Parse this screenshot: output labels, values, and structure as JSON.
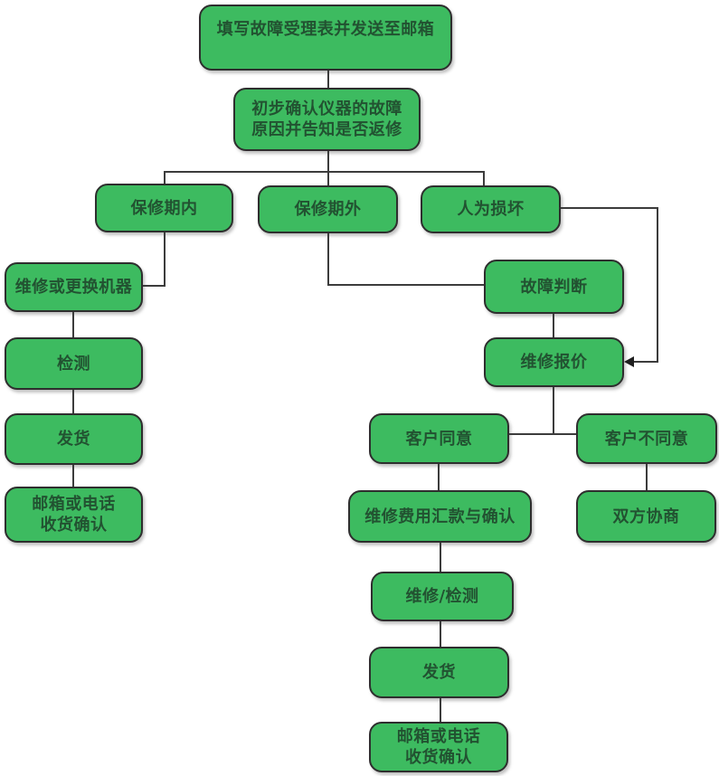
{
  "colors": {
    "node_fill": "#3dbb60",
    "node_border": "#2e2e2e",
    "node_text": "#225231",
    "edge_color": "#3c3c3c",
    "background": "#ffffff"
  },
  "nodes": {
    "n1": {
      "label": "填写故障受理表并发送至邮箱"
    },
    "n2": {
      "label": "初步确认仪器的故障\n原因并告知是否返修"
    },
    "n3": {
      "label": "保修期内"
    },
    "n4": {
      "label": "保修期外"
    },
    "n5": {
      "label": "人为损坏"
    },
    "n6": {
      "label": "维修或更换机器"
    },
    "n7": {
      "label": "检测"
    },
    "n8": {
      "label": "发货"
    },
    "n9": {
      "label": "邮箱或电话\n收货确认"
    },
    "n10": {
      "label": "故障判断"
    },
    "n11": {
      "label": "维修报价"
    },
    "n12": {
      "label": "客户同意"
    },
    "n13": {
      "label": "客户不同意"
    },
    "n14": {
      "label": "维修费用汇款与确认"
    },
    "n15": {
      "label": "双方协商"
    },
    "n16": {
      "label": "维修/检测"
    },
    "n17": {
      "label": "发货"
    },
    "n18": {
      "label": "邮箱或电话\n收货确认"
    }
  },
  "connections": [
    {
      "from": "填写故障受理表并发送至邮箱",
      "to": "初步确认仪器的故障原因并告知是否返修"
    },
    {
      "from": "初步确认仪器的故障原因并告知是否返修",
      "to": "保修期内"
    },
    {
      "from": "初步确认仪器的故障原因并告知是否返修",
      "to": "保修期外"
    },
    {
      "from": "初步确认仪器的故障原因并告知是否返修",
      "to": "人为损坏"
    },
    {
      "from": "保修期内",
      "to": "维修或更换机器"
    },
    {
      "from": "维修或更换机器",
      "to": "检测"
    },
    {
      "from": "检测",
      "to": "发货"
    },
    {
      "from": "发货",
      "to": "邮箱或电话收货确认"
    },
    {
      "from": "保修期外",
      "to": "故障判断"
    },
    {
      "from": "故障判断",
      "to": "维修报价"
    },
    {
      "from": "人为损坏",
      "to": "维修报价",
      "arrow": true
    },
    {
      "from": "维修报价",
      "to": "客户同意"
    },
    {
      "from": "维修报价",
      "to": "客户不同意"
    },
    {
      "from": "客户同意",
      "to": "维修费用汇款与确认"
    },
    {
      "from": "客户不同意",
      "to": "双方协商"
    },
    {
      "from": "维修费用汇款与确认",
      "to": "维修/检测"
    },
    {
      "from": "维修/检测",
      "to": "发货"
    },
    {
      "from": "发货",
      "to": "邮箱或电话收货确认"
    }
  ]
}
